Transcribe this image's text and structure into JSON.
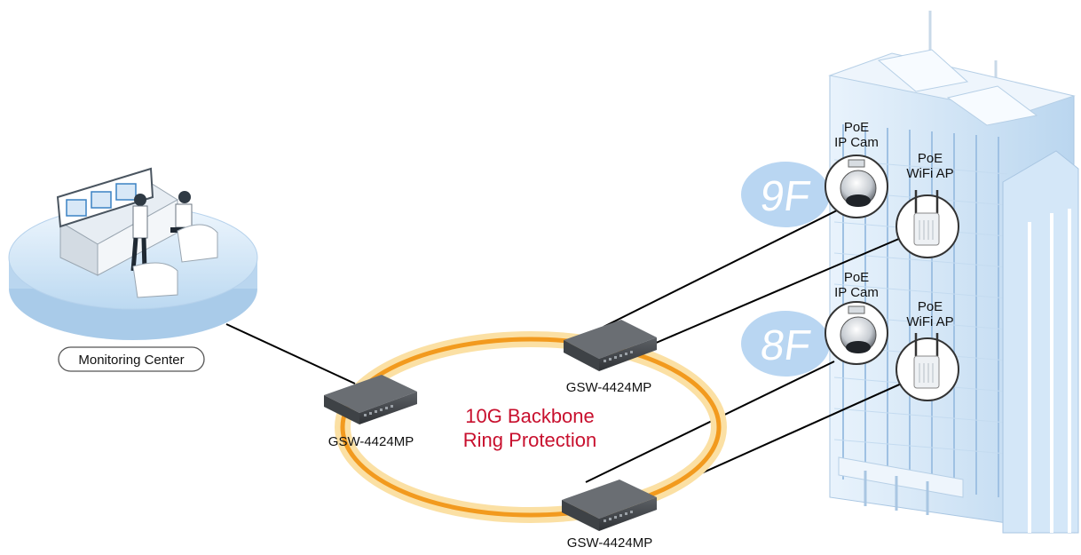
{
  "monitoring_center": {
    "label": "Monitoring Center"
  },
  "backbone": {
    "line1": "10G Backbone",
    "line2": "Ring Protection"
  },
  "switches": [
    {
      "model": "GSW-4424MP"
    },
    {
      "model": "GSW-4424MP"
    },
    {
      "model": "GSW-4424MP"
    }
  ],
  "floors": [
    {
      "label": "9F"
    },
    {
      "label": "8F"
    }
  ],
  "devices": {
    "cam9": {
      "line1": "PoE",
      "line2": "IP Cam"
    },
    "ap9": {
      "line1": "PoE",
      "line2": "WiFi AP"
    },
    "cam8": {
      "line1": "PoE",
      "line2": "IP Cam"
    },
    "ap8": {
      "line1": "PoE",
      "line2": "WiFi AP"
    }
  },
  "colors": {
    "ring": "#f29a1e",
    "ring_glow": "#fbe0a4",
    "backbone_text": "#c8102e",
    "building": "#d7e9f8",
    "floor_badge": "#b9d6f2"
  }
}
